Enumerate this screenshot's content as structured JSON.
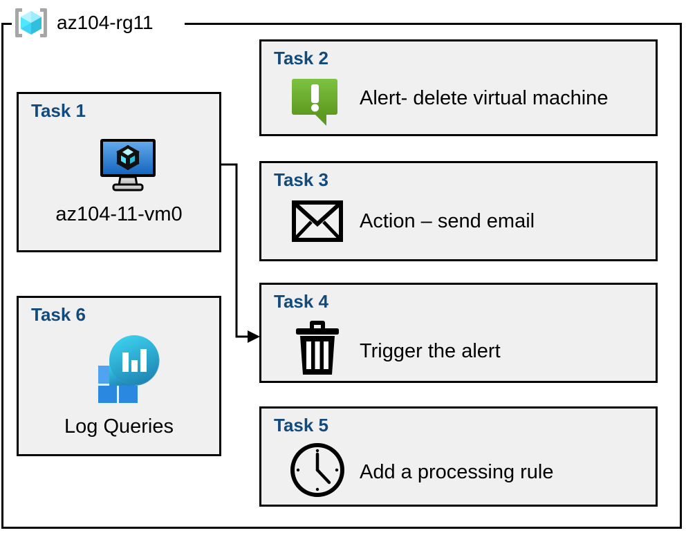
{
  "diagram": {
    "type": "azure-resource-group-task-diagram",
    "resource_group": {
      "name": "az104-rg11",
      "icon": "resource-group-cube-icon"
    },
    "colors": {
      "task_title": "#134A7C",
      "box_fill": "#F0F0F0",
      "box_border": "#000000",
      "alert_green_light": "#7DC242",
      "alert_green_dark": "#5E9A20",
      "vm_blue_light": "#5FA8E8",
      "vm_blue_dark": "#1B6CC0",
      "log_cyan": "#32C8E6",
      "log_teal": "#1E88B5",
      "log_blue": "#2A8BE0",
      "rg_cube_cyan": "#50E6FF",
      "rg_bracket_gray": "#A6A6A6"
    },
    "tasks": [
      {
        "id": "task1",
        "title": "Task 1",
        "caption": "az104-11-vm0",
        "icon": "virtual-machine-icon",
        "column": "left"
      },
      {
        "id": "task2",
        "title": "Task 2",
        "caption": "Alert- delete virtual machine",
        "icon": "alert-exclamation-icon",
        "column": "right"
      },
      {
        "id": "task3",
        "title": "Task 3",
        "caption": "Action – send email",
        "icon": "email-envelope-icon",
        "column": "right"
      },
      {
        "id": "task4",
        "title": "Task 4",
        "caption": "Trigger the alert",
        "icon": "trash-delete-icon",
        "column": "right"
      },
      {
        "id": "task5",
        "title": "Task 5",
        "caption": "Add a processing rule",
        "icon": "clock-icon",
        "column": "right"
      },
      {
        "id": "task6",
        "title": "Task 6",
        "caption": "Log Queries",
        "icon": "log-analytics-icon",
        "column": "left"
      }
    ],
    "connector": {
      "from": "task1-virtual-machine-icon",
      "to": "task4-box",
      "style": "orthogonal-arrow"
    }
  }
}
